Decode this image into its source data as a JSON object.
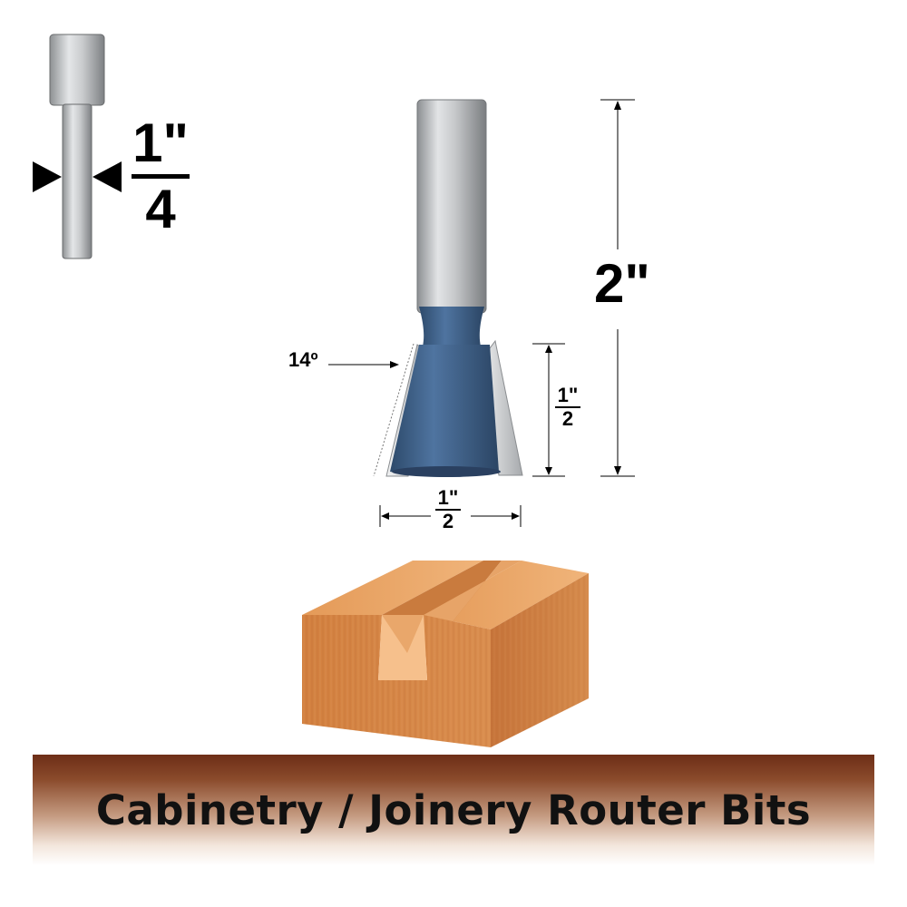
{
  "shank_size": {
    "numerator": "1\"",
    "denominator": "4"
  },
  "overall_length": {
    "label": "2\""
  },
  "cutting_height": {
    "numerator": "1\"",
    "denominator": "2"
  },
  "cutting_diameter": {
    "numerator": "1\"",
    "denominator": "2"
  },
  "angle": {
    "label": "14º"
  },
  "banner": {
    "title": "Cabinetry / Joinery Router Bits"
  },
  "colors": {
    "bit_blue": "#3c5f86",
    "shank_silver": "#b9bcbf",
    "wood": "#d5884a",
    "banner_dark": "#6d2e17"
  }
}
